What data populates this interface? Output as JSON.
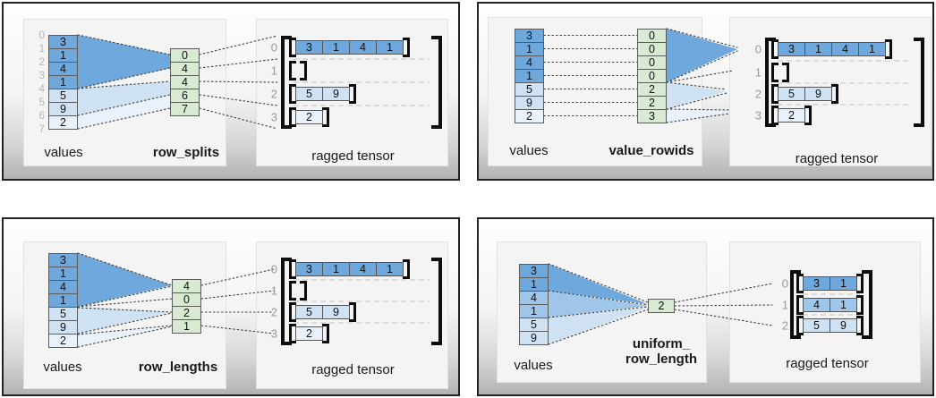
{
  "colors": {
    "row_dark_blue": "#6fa8dc",
    "row_medium_blue": "#9fc5e8",
    "row_light_blue": "#cfe2f3",
    "row_pale_blue": "#e9f1fb",
    "method_green": "#d9ead3",
    "cell_border_gray": "#5b5b5b",
    "index_label_gray": "#b7b7b7",
    "row_label_gray": "#9a9a9a",
    "bracket_black": "#0d0d0d"
  },
  "panels": [
    {
      "id": "row-splits",
      "values_label": "values",
      "method_label": "row_splits",
      "tensor_label": "ragged tensor",
      "boundary_indices": [
        "0",
        "1",
        "2",
        "3",
        "4",
        "5",
        "6",
        "7"
      ],
      "values": [
        {
          "v": "3",
          "color": "dark"
        },
        {
          "v": "1",
          "color": "dark"
        },
        {
          "v": "4",
          "color": "dark"
        },
        {
          "v": "1",
          "color": "dark"
        },
        {
          "v": "5",
          "color": "light"
        },
        {
          "v": "9",
          "color": "light"
        },
        {
          "v": "2",
          "color": "pale"
        }
      ],
      "method_cells": [
        "0",
        "4",
        "4",
        "6",
        "7"
      ],
      "tensor_rows": [
        {
          "label": "0",
          "color": "dark",
          "cells": [
            "3",
            "1",
            "4",
            "1"
          ]
        },
        {
          "label": "1",
          "color": "dark",
          "cells": []
        },
        {
          "label": "2",
          "color": "light",
          "cells": [
            "5",
            "9"
          ]
        },
        {
          "label": "3",
          "color": "pale",
          "cells": [
            "2"
          ]
        }
      ]
    },
    {
      "id": "value-rowids",
      "values_label": "values",
      "method_label": "value_rowids",
      "tensor_label": "ragged tensor",
      "values": [
        {
          "v": "3",
          "color": "dark"
        },
        {
          "v": "1",
          "color": "dark"
        },
        {
          "v": "4",
          "color": "dark"
        },
        {
          "v": "1",
          "color": "dark"
        },
        {
          "v": "5",
          "color": "light"
        },
        {
          "v": "9",
          "color": "light"
        },
        {
          "v": "2",
          "color": "pale"
        }
      ],
      "method_cells": [
        "0",
        "0",
        "0",
        "0",
        "2",
        "2",
        "3"
      ],
      "tensor_rows": [
        {
          "label": "0",
          "color": "dark",
          "cells": [
            "3",
            "1",
            "4",
            "1"
          ]
        },
        {
          "label": "1",
          "color": "dark",
          "cells": []
        },
        {
          "label": "2",
          "color": "light",
          "cells": [
            "5",
            "9"
          ]
        },
        {
          "label": "3",
          "color": "pale",
          "cells": [
            "2"
          ]
        }
      ]
    },
    {
      "id": "row-lengths",
      "values_label": "values",
      "method_label": "row_lengths",
      "tensor_label": "ragged tensor",
      "values": [
        {
          "v": "3",
          "color": "dark"
        },
        {
          "v": "1",
          "color": "dark"
        },
        {
          "v": "4",
          "color": "dark"
        },
        {
          "v": "1",
          "color": "dark"
        },
        {
          "v": "5",
          "color": "light"
        },
        {
          "v": "9",
          "color": "light"
        },
        {
          "v": "2",
          "color": "pale"
        }
      ],
      "method_cells": [
        "4",
        "0",
        "2",
        "1"
      ],
      "tensor_rows": [
        {
          "label": "0",
          "color": "dark",
          "cells": [
            "3",
            "1",
            "4",
            "1"
          ]
        },
        {
          "label": "1",
          "color": "dark",
          "cells": []
        },
        {
          "label": "2",
          "color": "light",
          "cells": [
            "5",
            "9"
          ]
        },
        {
          "label": "3",
          "color": "pale",
          "cells": [
            "2"
          ]
        }
      ]
    },
    {
      "id": "uniform-row-length",
      "values_label": "values",
      "method_label_line1": "uniform_",
      "method_label_line2": "row_length",
      "tensor_label": "ragged tensor",
      "values": [
        {
          "v": "3",
          "color": "dark"
        },
        {
          "v": "1",
          "color": "dark"
        },
        {
          "v": "4",
          "color": "medium"
        },
        {
          "v": "1",
          "color": "medium"
        },
        {
          "v": "5",
          "color": "light"
        },
        {
          "v": "9",
          "color": "light"
        }
      ],
      "method_cells": [
        "2"
      ],
      "tensor_rows": [
        {
          "label": "0",
          "color": "dark",
          "cells": [
            "3",
            "1"
          ]
        },
        {
          "label": "1",
          "color": "medium",
          "cells": [
            "4",
            "1"
          ]
        },
        {
          "label": "2",
          "color": "light",
          "cells": [
            "5",
            "9"
          ]
        }
      ]
    }
  ]
}
